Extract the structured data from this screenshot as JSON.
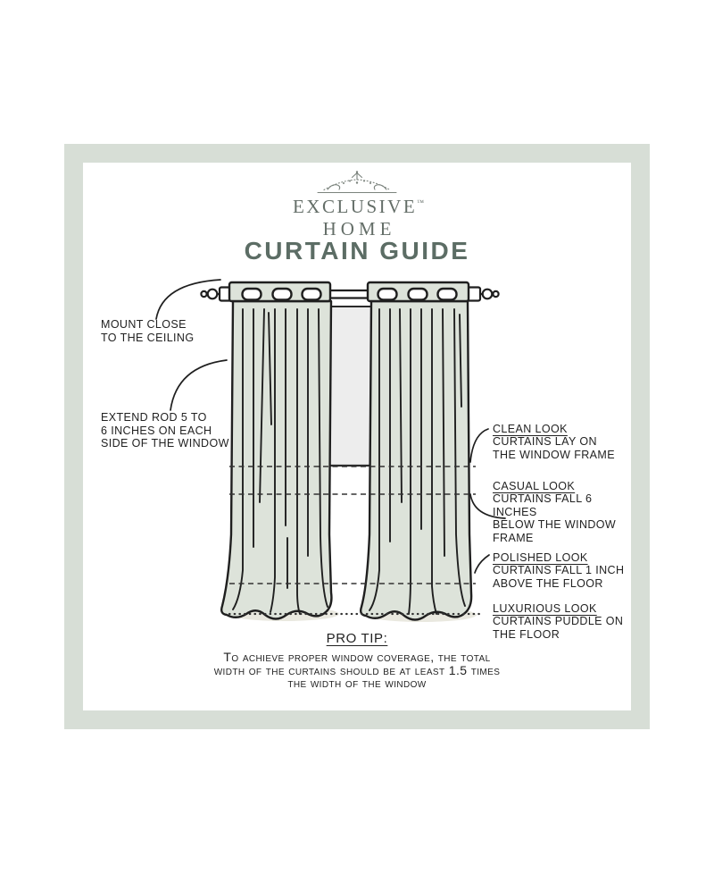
{
  "brand": {
    "line1": "EXCLUSIVE",
    "trademark": "™",
    "line2": "HOME"
  },
  "title": "CURTAIN GUIDE",
  "diagram": {
    "left_annotations": [
      {
        "text": "MOUNT CLOSE\nTO THE CEILING"
      },
      {
        "text": "EXTEND ROD 5 TO\n6 INCHES ON EACH\nSIDE OF THE WINDOW"
      }
    ],
    "right_annotations": [
      {
        "heading": "CLEAN LOOK",
        "body": "CURTAINS LAY ON\nTHE WINDOW FRAME"
      },
      {
        "heading": "CASUAL LOOK",
        "body": "CURTAINS FALL 6 INCHES\nBELOW THE WINDOW FRAME"
      },
      {
        "heading": "POLISHED LOOK",
        "body": "CURTAINS FALL 1 INCH\nABOVE THE FLOOR"
      },
      {
        "heading": "LUXURIOUS LOOK",
        "body": "CURTAINS PUDDLE ON\nTHE FLOOR"
      }
    ]
  },
  "pro_tip": {
    "heading": "PRO TIP:",
    "body": "To achieve proper window coverage, the total\nwidth of the curtains should be at least 1.5 times\nthe width of the window"
  },
  "colors": {
    "frame_border": "#d7ded6",
    "title_text": "#5c6d65",
    "brand_text": "#646e68",
    "curtain_fill": "#dde3da",
    "outline": "#1f1f1f",
    "window_fill": "#ededed",
    "annotation_text": "#222222"
  }
}
